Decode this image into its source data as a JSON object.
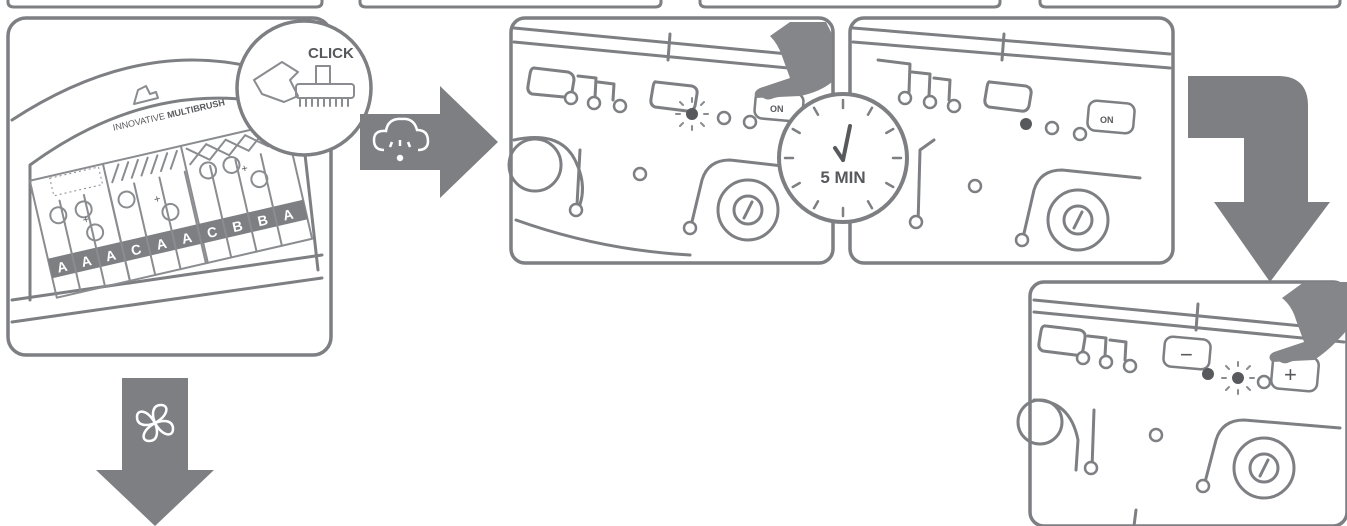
{
  "brush_panel": {
    "click_label": "CLICK",
    "brand_prefix": "INNOVATIVE",
    "brand_name": "MULTIBRUSH",
    "column_letters": [
      "A",
      "A",
      "A",
      "C",
      "A",
      "A",
      "C",
      "B",
      "B",
      "A"
    ],
    "plus_sign": "+"
  },
  "control_panel_1": {
    "on_label": "ON"
  },
  "timer": {
    "label": "5 MIN"
  },
  "control_panel_2": {
    "on_label": "ON"
  },
  "control_panel_3": {
    "minus_label": "−",
    "plus_label": "+"
  },
  "colors": {
    "line": "#7d7f83",
    "arrow": "#7d7f83",
    "hand": "#858689",
    "dark": "#58595c"
  }
}
